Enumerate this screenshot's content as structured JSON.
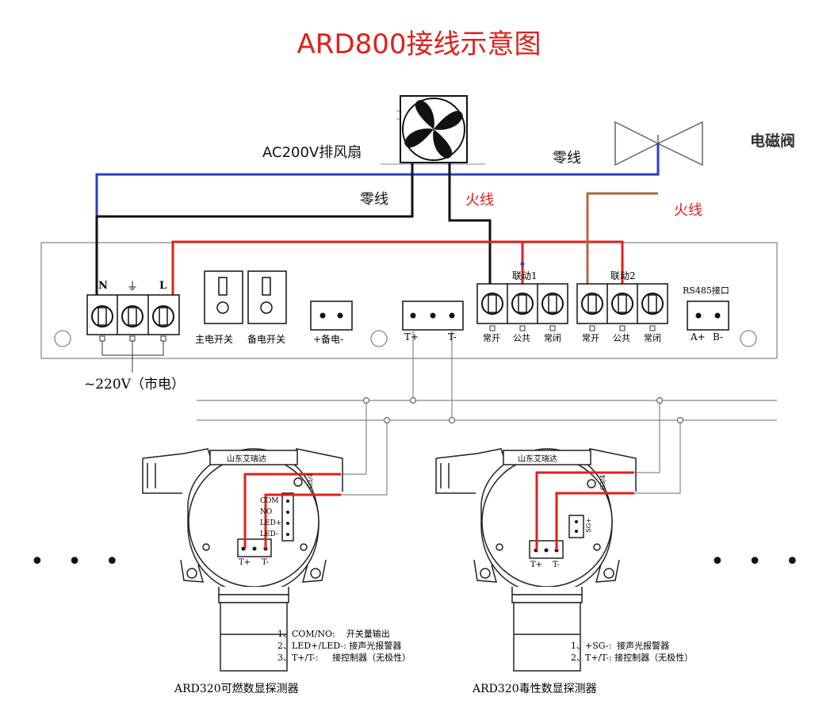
{
  "title": "ARD800接线示意图",
  "fan_label": "AC200V排风扇",
  "valve_label": "电磁阀",
  "wire_labels": {
    "neutral_top": "零线",
    "neutral_left": "零线",
    "live_fan": "火线",
    "live_valve": "火线"
  },
  "controller": {
    "power_terminals": [
      "N",
      "⏚",
      "L"
    ],
    "power_caption": "~220V（市电）",
    "main_switch": "主电开关",
    "backup_switch": "备电开关",
    "backup_power": "+备电-",
    "bus_terminals": [
      "T+",
      "T-"
    ],
    "relay1_title": "联动1",
    "relay2_title": "联动2",
    "relay_contacts": [
      "常开",
      "公共",
      "常闭"
    ],
    "rs485_title": "RS485接口",
    "rs485_terminals": [
      "A+",
      "B-"
    ]
  },
  "detector_left": {
    "brand": "山东艾瑞达",
    "thread": "G3/4",
    "terminals": [
      "COM",
      "NO",
      "LED+",
      "LED-"
    ],
    "bus": [
      "T+",
      "T-"
    ],
    "notes": [
      "1、COM/NO:    开关量输出",
      "2、LED+/LED-: 接声光报警器",
      "3、T+/T-:     接控制器（无极性）"
    ],
    "caption": "ARD320可燃数显探测器"
  },
  "detector_right": {
    "brand": "山东艾瑞达",
    "thread": "G3/4",
    "terminals": [
      "SG+"
    ],
    "bus": [
      "T+",
      "T-"
    ],
    "notes": [
      "1、+SG-:  接声光报警器",
      "2、T+/T-: 接控制器（无极性）"
    ],
    "caption": "ARD320毒性数显探测器"
  },
  "ellipsis": "• • •",
  "colors": {
    "title": "#e0201b",
    "live_red": "#e0201b",
    "neutral_blue": "#2b3fb8",
    "valve_brown": "#b06a3a",
    "line_gray": "#888888",
    "black": "#111111"
  }
}
